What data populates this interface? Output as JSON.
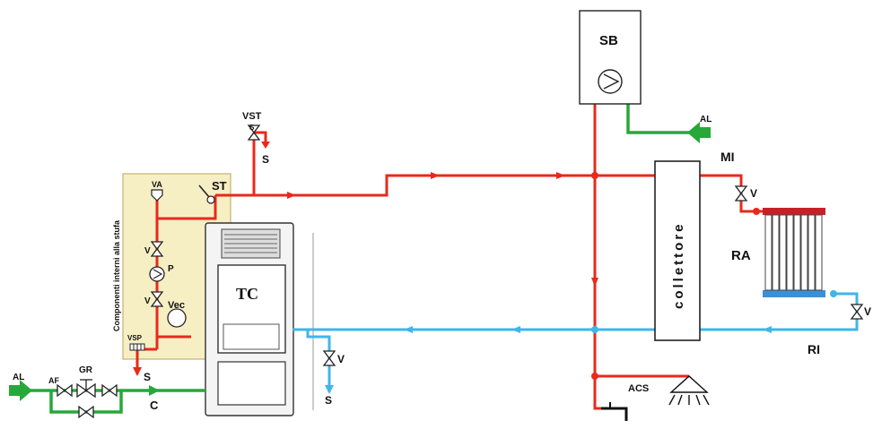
{
  "labels": {
    "sb": "SB",
    "al_top": "AL",
    "al_left": "AL",
    "mi": "MI",
    "ri": "RI",
    "ra": "RA",
    "v_radiator_in": "V",
    "v_radiator_out": "V",
    "v_stove_drain": "V",
    "s_stove_drain": "S",
    "vst": "VST",
    "vst_s_small": "S",
    "vst_s": "S",
    "st": "ST",
    "va": "VA",
    "v_upper": "V",
    "p": "P",
    "v_lower": "V",
    "vec": "Vec",
    "vsp": "VSP",
    "s_vsp": "S",
    "af": "AF",
    "gr": "GR",
    "c": "C",
    "tc": "TC",
    "acs": "ACS",
    "collettore": "collettore",
    "componenti": "Componenti interni alla stufa"
  },
  "colors": {
    "hot": "#e8291c",
    "cold": "#3fb6ea",
    "supply": "#27a83a",
    "panel": "#f7efc4",
    "panel_border": "#b8a35a",
    "ra_top": "#c8202a",
    "ra_bottom": "#3b8fd6"
  }
}
